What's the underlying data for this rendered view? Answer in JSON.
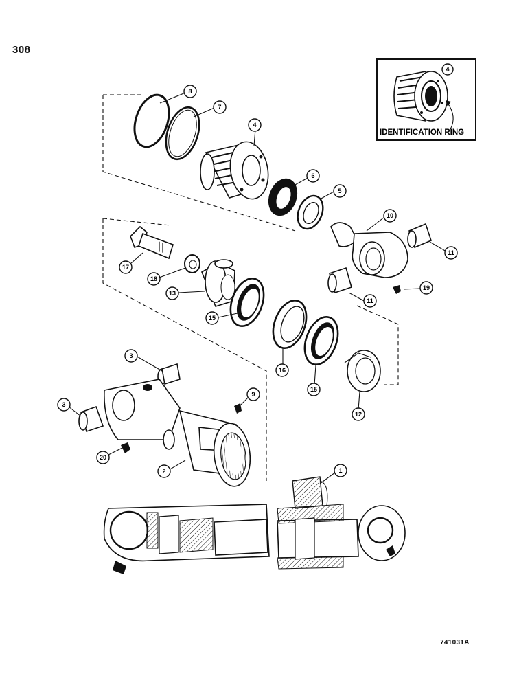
{
  "page_number": "308",
  "figure_code": "741031A",
  "inset": {
    "callout": "4",
    "caption": "IDENTIFICATION RING"
  },
  "callouts": [
    {
      "id": "c8",
      "label": "8"
    },
    {
      "id": "c7",
      "label": "7"
    },
    {
      "id": "c4",
      "label": "4"
    },
    {
      "id": "c6",
      "label": "6"
    },
    {
      "id": "c5",
      "label": "5"
    },
    {
      "id": "c10",
      "label": "10"
    },
    {
      "id": "c11a",
      "label": "11"
    },
    {
      "id": "c11b",
      "label": "11"
    },
    {
      "id": "c19",
      "label": "19"
    },
    {
      "id": "c17",
      "label": "17"
    },
    {
      "id": "c18",
      "label": "18"
    },
    {
      "id": "c13",
      "label": "13"
    },
    {
      "id": "c15a",
      "label": "15"
    },
    {
      "id": "c16",
      "label": "16"
    },
    {
      "id": "c15b",
      "label": "15"
    },
    {
      "id": "c12",
      "label": "12"
    },
    {
      "id": "c3a",
      "label": "3"
    },
    {
      "id": "c3b",
      "label": "3"
    },
    {
      "id": "c9",
      "label": "9"
    },
    {
      "id": "c20",
      "label": "20"
    },
    {
      "id": "c2",
      "label": "2"
    },
    {
      "id": "c1",
      "label": "1"
    }
  ]
}
